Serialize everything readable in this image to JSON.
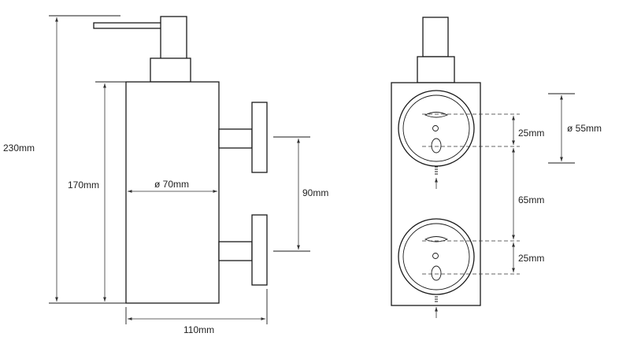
{
  "side_view": {
    "total_height": "230mm",
    "body_height": "170mm",
    "diameter": "ø 70mm",
    "holder_spacing": "90mm",
    "depth": "110mm"
  },
  "front_view": {
    "upper_offset": "25mm",
    "ring_diameter": "ø 55mm",
    "mount_spacing": "65mm",
    "lower_offset": "25mm"
  }
}
